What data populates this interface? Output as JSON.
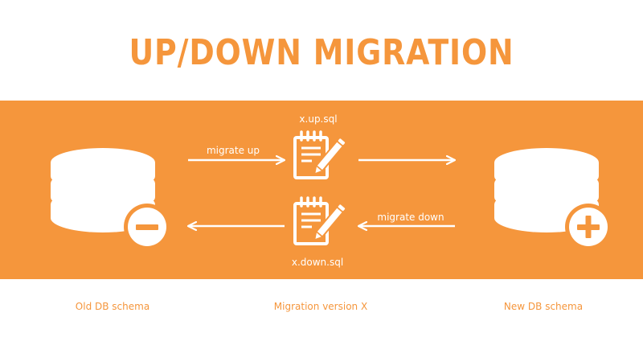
{
  "title": "UP/DOWN MIGRATION",
  "colors": {
    "accent": "#F5963C",
    "icon": "#FFFFFF",
    "background": "#FFFFFF"
  },
  "diagram": {
    "up_file": "x.up.sql",
    "down_file": "x.down.sql",
    "migrate_up_label": "migrate up",
    "migrate_down_label": "migrate down",
    "old_db_icon": "database-minus-icon",
    "new_db_icon": "database-plus-icon",
    "file_icon": "notepad-pencil-icon"
  },
  "captions": {
    "old": "Old DB schema",
    "middle": "Migration version X",
    "new": "New DB schema"
  }
}
